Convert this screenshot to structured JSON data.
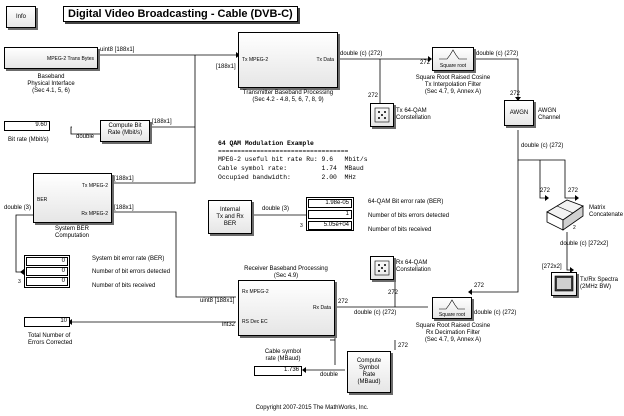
{
  "title": "Digital Video Broadcasting - Cable (DVB-C)",
  "info_button": "Info",
  "blocks": {
    "baseband": {
      "port": "MPEG-2 Trans Bytes",
      "caption": "Baseband\nPhysical Interface\n(Sec 4.1, 5, 6)"
    },
    "tx_proc": {
      "in_port": "Tx MPEG-2",
      "out_port": "Tx Data",
      "caption": "Transmitter Baseband Processing\n(Sec 4.2 - 4.8, 5, 6, 7, 8, 9)"
    },
    "tx_filter": {
      "label": "Square root",
      "caption": "Square Root Raised Cosine\nTx Interpolation Filter\n(Sec 4.7, 9, Annex A)"
    },
    "tx_const": {
      "caption": "Tx 64-QAM\nConstellation"
    },
    "awgn": {
      "label": "AWGN",
      "caption": "AWGN\nChannel"
    },
    "matrix": {
      "caption": "Matrix\nConcatenate",
      "port": "2"
    },
    "spectra": {
      "caption": "Tx/Rx Spectra\n(2MHz BW)"
    },
    "compute_bitrate": {
      "label": "Compute Bit\nRate (Mbit/s)",
      "out": "double"
    },
    "bitrate_disp": {
      "value": "9.60",
      "caption": "Bit rate (Mbit/s)"
    },
    "system_ber": {
      "in1": "Tx MPEG-2",
      "in2": "Rx MPEG-2",
      "out": "BER",
      "caption": "System BER\nComputation"
    },
    "system_disp": {
      "values": [
        "0",
        "0",
        "0"
      ],
      "labels": [
        "System bit error rate (BER)",
        "Number of bit errors detected",
        "Number of bits received"
      ],
      "port": "3"
    },
    "internal": {
      "label": "Internal\nTx and Rx\nBER"
    },
    "qam_disp": {
      "values": [
        "1.98e-05",
        "1",
        "5.05e+04"
      ],
      "labels": [
        "64-QAM Bit error rate (BER)",
        "Number of bits errors detected",
        "Number of bits received"
      ],
      "port": "3"
    },
    "rx_proc": {
      "in1": "Rx MPEG-2",
      "in2": "RS Dec EC",
      "out": "Rx Data",
      "caption": "Receiver Baseband Processing\n(Sec 4.9)"
    },
    "rx_const": {
      "caption": "Rx 64-QAM\nConstellation"
    },
    "rx_filter": {
      "label": "Square root",
      "caption": "Square Root Raised Cosine\nRx Decimation Filter\n(Sec 4.7, 9, Annex A)"
    },
    "errors_disp": {
      "value": "10",
      "caption": "Total Number of\nErrors Corrected"
    },
    "symrate_disp": {
      "value": "1.736",
      "caption": "Cable symbol\nrate (MBaud)"
    },
    "compute_symrate": {
      "label": "Compute\nSymbol\nRate\n(MBaud)"
    }
  },
  "example": {
    "heading": "64 QAM Modulation Example",
    "divider": "==================================",
    "rows": [
      "MPEG-2 useful bit rate Ru: 9.6   Mbit/s",
      "Cable symbol rate:         1.74  MBaud",
      "Occupied bandwidth:        2.00  MHz"
    ]
  },
  "signals": {
    "uint8_188": "uint8 [188x1]",
    "size_188": "[188x1]",
    "double_c_272": "double (c) (272)",
    "c272": "272",
    "double": "double",
    "double3": "double (3)",
    "double_c_272x2": "double (c) [272x2]",
    "size_272x2": "[272x2]",
    "int32": "int32"
  },
  "copyright": "Copyright 2007-2015 The MathWorks, Inc."
}
